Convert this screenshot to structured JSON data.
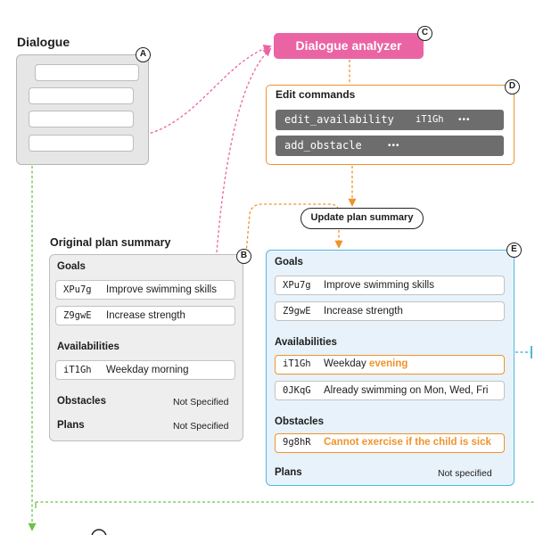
{
  "dialogue": {
    "title": "Dialogue",
    "badge": "A"
  },
  "analyzer": {
    "label": "Dialogue analyzer",
    "badge": "C"
  },
  "edit_commands": {
    "title": "Edit commands",
    "badge": "D",
    "commands": [
      {
        "name": "edit_availability",
        "arg": "iT1Gh",
        "more": "•••"
      },
      {
        "name": "add_obstacle",
        "arg": "",
        "more": "•••"
      }
    ]
  },
  "update": {
    "label": "Update plan summary"
  },
  "original_plan": {
    "title": "Original plan summary",
    "badge": "B",
    "goals_label": "Goals",
    "goals": [
      {
        "id": "XPu7g",
        "text": "Improve swimming skills"
      },
      {
        "id": "Z9gwE",
        "text": "Increase strength"
      }
    ],
    "availabilities_label": "Availabilities",
    "availabilities": [
      {
        "id": "iT1Gh",
        "text": "Weekday morning"
      }
    ],
    "obstacles_label": "Obstacles",
    "obstacles_value": "Not Specified",
    "plans_label": "Plans",
    "plans_value": "Not Specified"
  },
  "updated_plan": {
    "badge": "E",
    "goals_label": "Goals",
    "goals": [
      {
        "id": "XPu7g",
        "text": "Improve swimming skills"
      },
      {
        "id": "Z9gwE",
        "text": "Increase strength"
      }
    ],
    "availabilities_label": "Availabilities",
    "availabilities": [
      {
        "id": "iT1Gh",
        "text": "Weekday",
        "highlight": "evening"
      },
      {
        "id": "0JKqG",
        "text": "Already swimming on Mon, Wed, Fri"
      }
    ],
    "obstacles_label": "Obstacles",
    "obstacles": [
      {
        "id": "9g8hR",
        "highlight": "Cannot exercise if the child is sick"
      }
    ],
    "plans_label": "Plans",
    "plans_value": "Not specified"
  },
  "colors": {
    "pink": "#ea64a4",
    "orange": "#f0932b",
    "blue": "#55b7de",
    "green": "#6cc24a"
  }
}
